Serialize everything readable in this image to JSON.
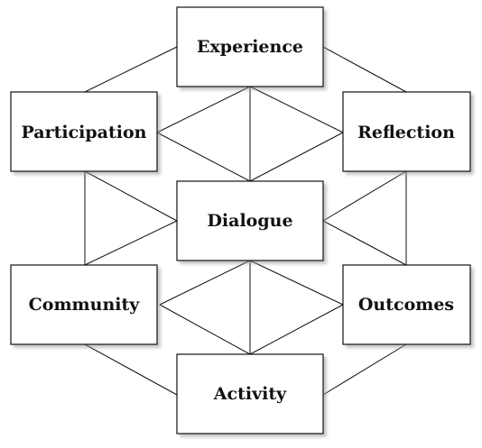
{
  "nodes": [
    {
      "id": "experience",
      "label": "Experience"
    },
    {
      "id": "participation",
      "label": "Participation"
    },
    {
      "id": "reflection",
      "label": "Reflection"
    },
    {
      "id": "dialogue",
      "label": "Dialogue"
    },
    {
      "id": "community",
      "label": "Community"
    },
    {
      "id": "outcomes",
      "label": "Outcomes"
    },
    {
      "id": "activity",
      "label": "Activity"
    }
  ]
}
